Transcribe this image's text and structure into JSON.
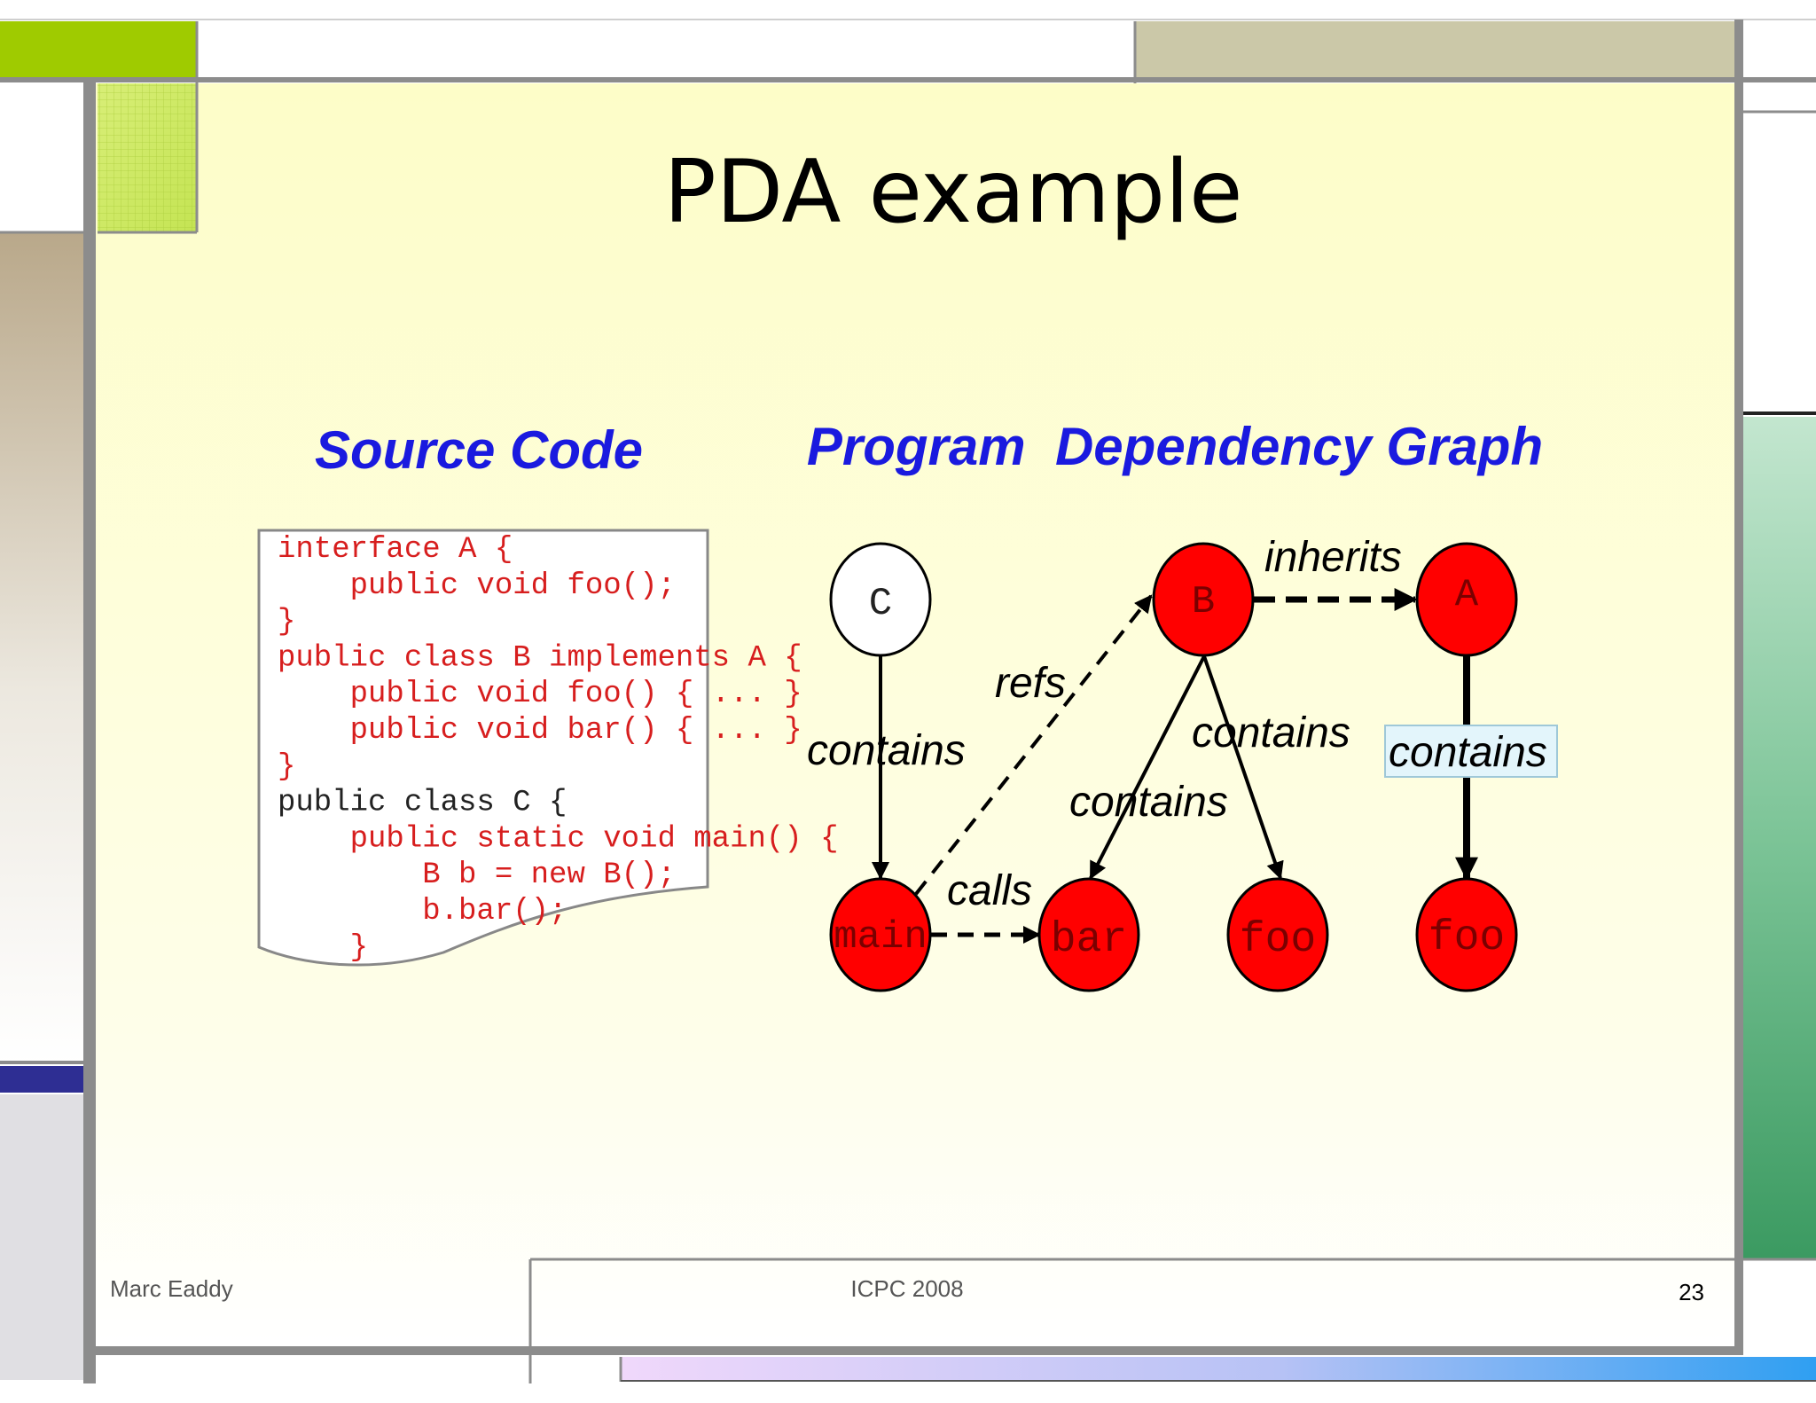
{
  "slide": {
    "title": "PDA example",
    "footer_left": "Marc Eaddy",
    "footer_center": "ICPC 2008",
    "page_number": "23"
  },
  "source_panel": {
    "heading": "Source Code",
    "lines": [
      {
        "text": "interface A {",
        "color": "red"
      },
      {
        "text": "    public void foo();",
        "color": "red"
      },
      {
        "text": "}",
        "color": "red"
      },
      {
        "text": "public class B implements A {",
        "color": "red"
      },
      {
        "text": "    public void foo() { ... }",
        "color": "red"
      },
      {
        "text": "    public void bar() { ... }",
        "color": "red"
      },
      {
        "text": "}",
        "color": "red"
      },
      {
        "text": "public class C {",
        "color": "black"
      },
      {
        "text": "    public static void main() {",
        "color": "red"
      },
      {
        "text": "        B b = new B();",
        "color": "red"
      },
      {
        "text": "        b.bar();",
        "color": "red"
      },
      {
        "text": "    }",
        "color": "red"
      }
    ]
  },
  "graph_panel": {
    "heading": "Program  Dependency Graph",
    "nodes": [
      {
        "id": "C",
        "label": "C",
        "highlighted": false
      },
      {
        "id": "B",
        "label": "B",
        "highlighted": true
      },
      {
        "id": "A",
        "label": "A",
        "highlighted": true
      },
      {
        "id": "main",
        "label": "main",
        "highlighted": true
      },
      {
        "id": "bar",
        "label": "bar",
        "highlighted": true
      },
      {
        "id": "fooB",
        "label": "foo",
        "highlighted": true
      },
      {
        "id": "fooA",
        "label": "foo",
        "highlighted": true
      }
    ],
    "edges": [
      {
        "from": "C",
        "to": "main",
        "label": "contains",
        "style": "solid"
      },
      {
        "from": "main",
        "to": "B",
        "label": "refs",
        "style": "dashed"
      },
      {
        "from": "main",
        "to": "bar",
        "label": "calls",
        "style": "dashed"
      },
      {
        "from": "B",
        "to": "A",
        "label": "inherits",
        "style": "dashed"
      },
      {
        "from": "B",
        "to": "bar",
        "label": "contains",
        "style": "solid"
      },
      {
        "from": "B",
        "to": "fooB",
        "label": "contains",
        "style": "solid"
      },
      {
        "from": "A",
        "to": "fooA",
        "label": "contains",
        "style": "solid"
      }
    ]
  },
  "colors": {
    "heading": "#1a1adf",
    "node_fill": "#ff0000",
    "code_red": "#d71e1e",
    "code_black": "#222222"
  }
}
